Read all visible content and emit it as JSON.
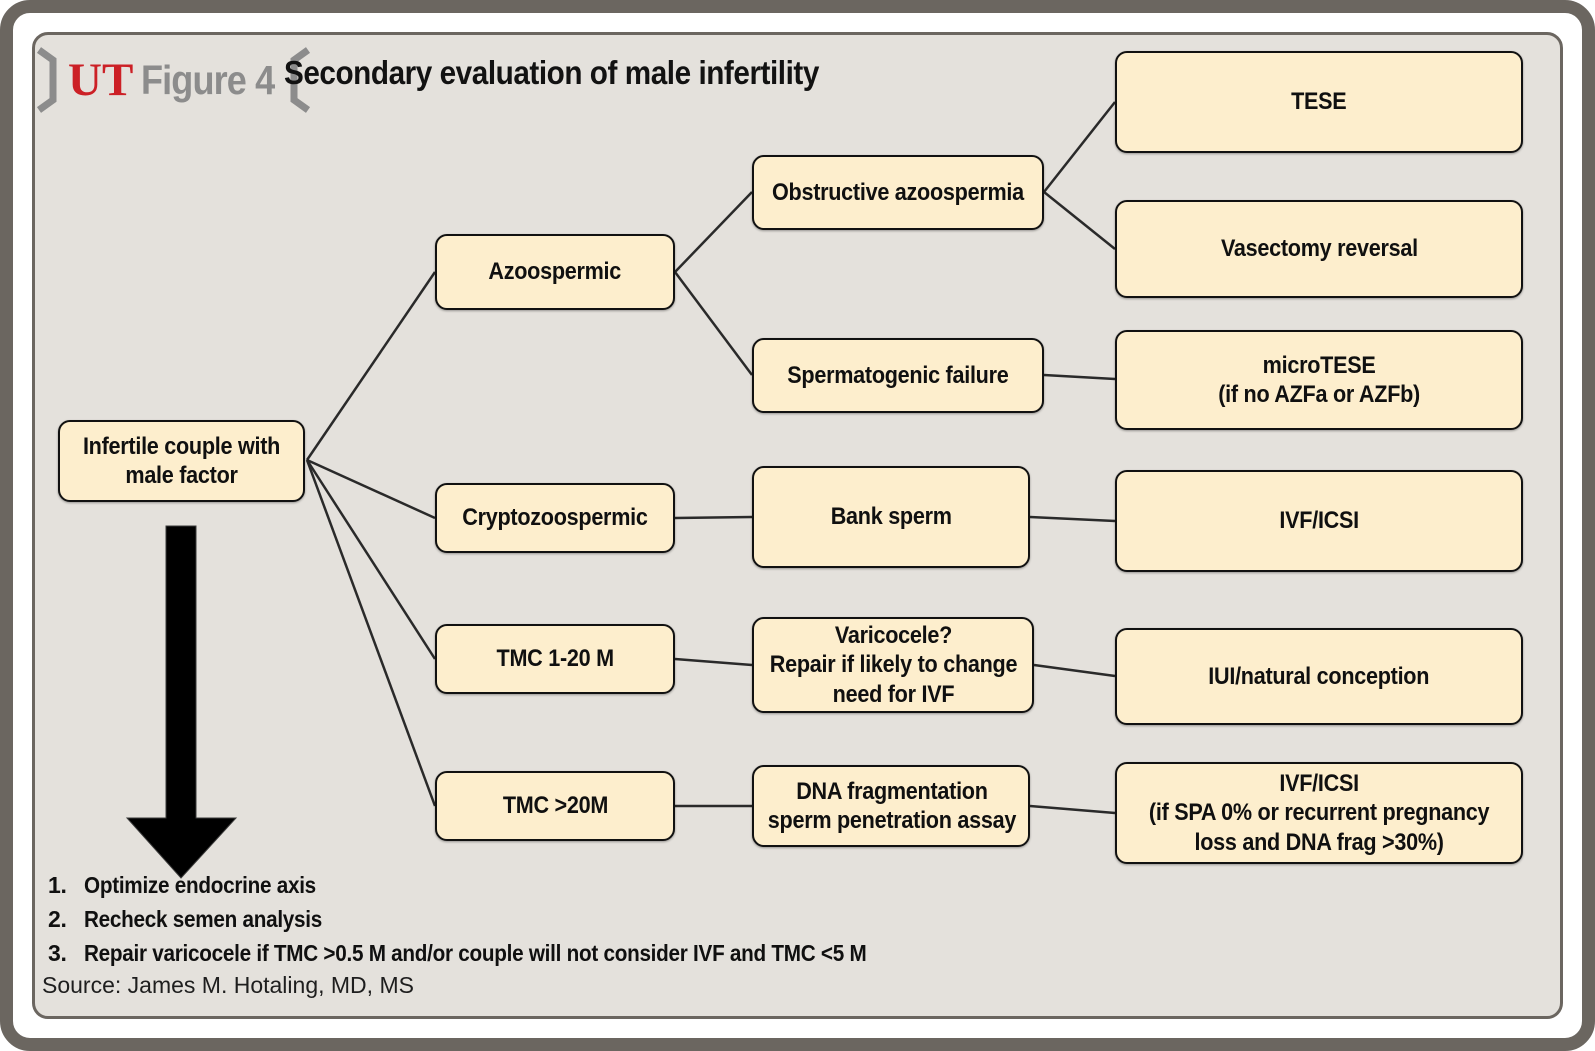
{
  "header": {
    "brand": "UT",
    "figure_label": "Figure 4",
    "title": "Secondary evaluation of male infertility"
  },
  "nodes": {
    "infertile": {
      "label": "Infertile couple with\nmale factor"
    },
    "azoospermic": {
      "label": "Azoospermic"
    },
    "obstructive": {
      "label": "Obstructive azoospermia"
    },
    "spermatogenic": {
      "label": "Spermatogenic failure"
    },
    "tese": {
      "label": "TESE"
    },
    "vasectomy": {
      "label": "Vasectomy reversal"
    },
    "microtese": {
      "label": "microTESE\n(if no AZFa or AZFb)"
    },
    "crypto": {
      "label": "Cryptozoospermic"
    },
    "bank": {
      "label": "Bank sperm"
    },
    "ivf_icsi": {
      "label": "IVF/ICSI"
    },
    "tmc_1_20": {
      "label": "TMC 1-20 M"
    },
    "varicocele": {
      "label": "Varicocele?\nRepair if likely to change\nneed for IVF"
    },
    "iui": {
      "label": "IUI/natural conception"
    },
    "tmc_gt20": {
      "label": "TMC >20M"
    },
    "dna_frag": {
      "label": "DNA fragmentation\nsperm penetration assay"
    },
    "ivf_icsi_spa": {
      "label": "IVF/ICSI\n(if SPA 0% or recurrent pregnancy\nloss and DNA frag >30%)"
    }
  },
  "footnotes": [
    {
      "num": "1.",
      "text": "Optimize endocrine axis"
    },
    {
      "num": "2.",
      "text": "Recheck semen analysis"
    },
    {
      "num": "3.",
      "text": "Repair varicocele if TMC >0.5 M and/or couple will not consider IVF and TMC <5 M"
    }
  ],
  "source": "Source: James M. Hotaling, MD, MS",
  "colors": {
    "box_fill": "#fdeecd",
    "box_border": "#111111",
    "frame": "#6b6660",
    "panel_background": "#e4e1dc",
    "brand_red": "#cc2026",
    "figure_gray": "#8c8c8c",
    "connector": "#2a2a2a",
    "arrow": "#000000"
  }
}
